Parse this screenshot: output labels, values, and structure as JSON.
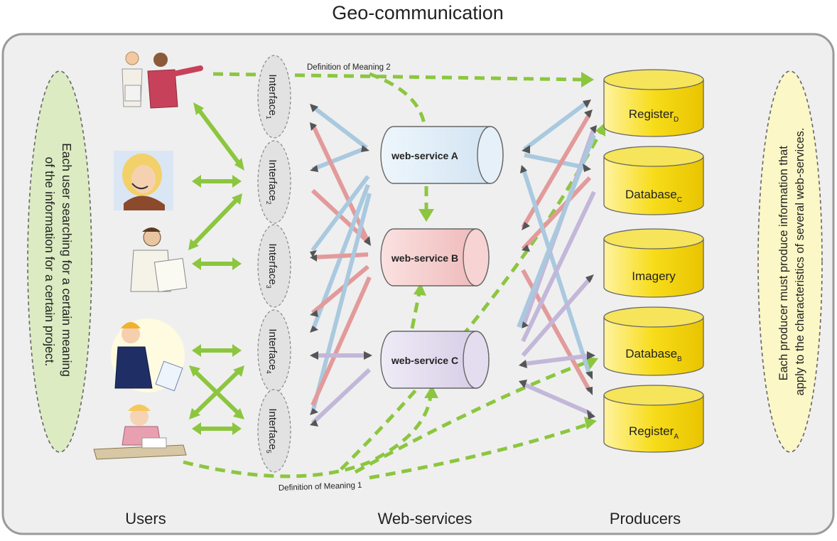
{
  "title": "Geo-communication",
  "left_note": {
    "lines": [
      "Each user searching for a certain meaning",
      "of the information for a certain project."
    ]
  },
  "right_note": {
    "lines": [
      "Each producer must produce information that",
      "apply to the characteristics of several web-services."
    ]
  },
  "users": [
    {
      "name": "user-group-pointing"
    },
    {
      "name": "user-headset-operator"
    },
    {
      "name": "user-reading-document"
    },
    {
      "name": "user-on-phone"
    },
    {
      "name": "user-child-writing"
    }
  ],
  "interfaces": [
    {
      "label": "Interface",
      "sub": "1"
    },
    {
      "label": "Interface",
      "sub": "2"
    },
    {
      "label": "Interface",
      "sub": "3"
    },
    {
      "label": "Interface",
      "sub": "4"
    },
    {
      "label": "Interface",
      "sub": "5"
    }
  ],
  "web_services": [
    {
      "label": "web-service A",
      "color": "#d7e8f5"
    },
    {
      "label": "web-service B",
      "color": "#f4c6c6"
    },
    {
      "label": "web-service C",
      "color": "#ddd6ea"
    }
  ],
  "producers": [
    {
      "label": "Register",
      "sub": "D"
    },
    {
      "label": "Database",
      "sub": "C"
    },
    {
      "label": "Imagery",
      "sub": ""
    },
    {
      "label": "Database",
      "sub": "B"
    },
    {
      "label": "Register",
      "sub": "A"
    }
  ],
  "definitions": {
    "meaning2": "Definition of Meaning  2",
    "meaning1": "Definition of Meaning 1"
  },
  "columns": {
    "users": "Users",
    "web_services": "Web-services",
    "producers": "Producers"
  },
  "colors": {
    "green": "#8cc63f",
    "blue": "#a9c9df",
    "red": "#e39a9a",
    "purple": "#c3b7d9",
    "cylinder_yellow": "#f3d400",
    "oval_green": "#dcebc2",
    "oval_yellow": "#fbf7c6"
  }
}
